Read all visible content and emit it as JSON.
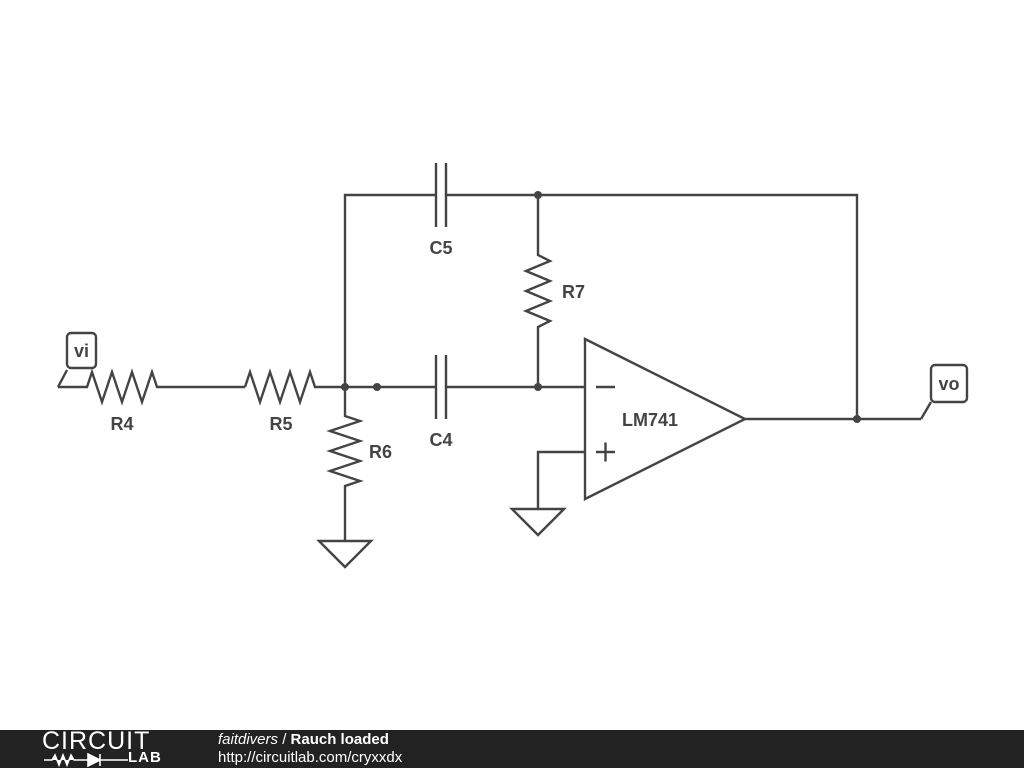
{
  "schematic": {
    "components": {
      "R4": "R4",
      "R5": "R5",
      "R6": "R6",
      "R7": "R7",
      "C4": "C4",
      "C5": "C5",
      "opamp": "LM741"
    },
    "ports": {
      "input": "vi",
      "output": "vo"
    },
    "opamp_pins": {
      "inverting": "−",
      "noninverting": "+"
    },
    "stroke_color": "#444444"
  },
  "footer": {
    "logo_top": "CIRCUIT",
    "logo_bottom": "LAB",
    "author": "faitdivers",
    "separator": " / ",
    "title": "Rauch loaded",
    "url": "http://circuitlab.com/cryxxdx",
    "background": "#222222"
  }
}
